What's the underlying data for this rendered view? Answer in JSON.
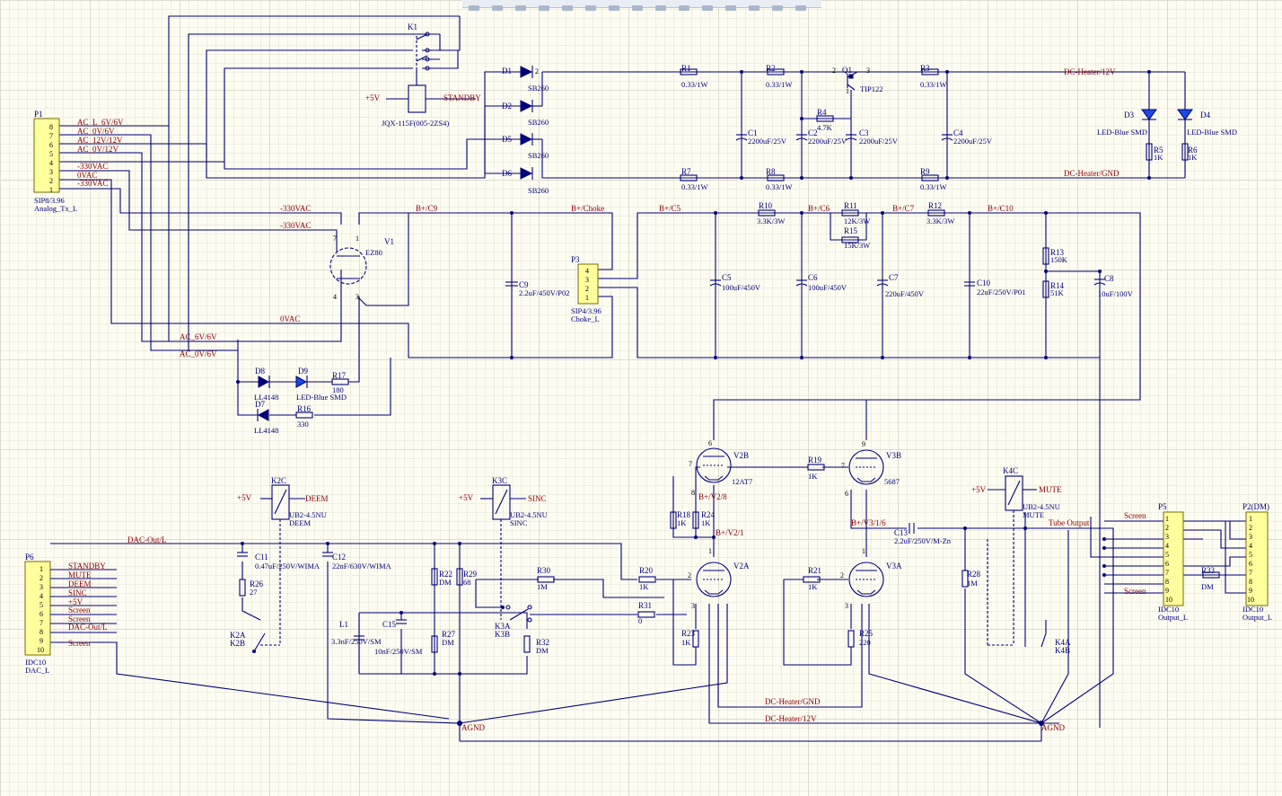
{
  "toolbar": {
    "icons": [
      "select-icon",
      "wire-icon",
      "bus-icon",
      "netlabel-icon",
      "power-icon",
      "ground-icon",
      "part-icon",
      "port-icon",
      "noerc-icon",
      "text-icon",
      "arc-icon",
      "line-icon",
      "rect-icon",
      "ellipse-icon",
      "polygon-icon"
    ]
  },
  "power": {
    "p1": {
      "designator": "P1",
      "value": "SIP8/3.96",
      "footprint": "Analog_Tx_L",
      "pins": [
        "8",
        "7",
        "6",
        "5",
        "4",
        "3",
        "2",
        "1"
      ],
      "nets": [
        "AC_L_6V/6V",
        "AC_0V/6V",
        "AC_12V/12V",
        "AC_0V/12V",
        "-330VAC",
        "0VAC",
        "-330VAC"
      ]
    },
    "k1": {
      "designator": "K1",
      "value": "JQX-115F(005-2ZS4)",
      "plus5": "+5V",
      "net": "STANDBY"
    },
    "bridge": [
      {
        "d": "D1",
        "v": "SB260",
        "pin": "2"
      },
      {
        "d": "D2",
        "v": "SB260"
      },
      {
        "d": "D5",
        "v": "SB260"
      },
      {
        "d": "D6",
        "v": "SB260"
      }
    ],
    "resistors": [
      {
        "d": "R1",
        "v": "0.33/1W"
      },
      {
        "d": "R2",
        "v": "0.33/1W"
      },
      {
        "d": "R3",
        "v": "0.33/1W"
      },
      {
        "d": "R7",
        "v": "0.33/1W"
      },
      {
        "d": "R8",
        "v": "0.33/1W"
      },
      {
        "d": "R9",
        "v": "0.33/1W"
      },
      {
        "d": "R4",
        "v": "4.7K"
      },
      {
        "d": "R5",
        "v": "1K"
      },
      {
        "d": "R6",
        "v": "1K"
      }
    ],
    "caps": [
      {
        "d": "C1",
        "v": "2200uF/25V"
      },
      {
        "d": "C2",
        "v": "2200uF/25V"
      },
      {
        "d": "C3",
        "v": "2200uF/25V"
      },
      {
        "d": "C4",
        "v": "2200uF/25V"
      }
    ],
    "q1": {
      "d": "Q1",
      "v": "TIP122",
      "pins": [
        "2",
        "1",
        "3"
      ]
    },
    "leds": [
      {
        "d": "D3",
        "v": "LED-Blue SMD"
      },
      {
        "d": "D4",
        "v": "LED-Blue SMD"
      }
    ],
    "heater_pos": "DC-Heater/12V",
    "heater_gnd": "DC-Heater/GND"
  },
  "hv": {
    "net_m330a": "-330VAC",
    "net_m330b": "-330VAC",
    "net_0vac": "0VAC",
    "net_ac6a": "AC_6V/6V",
    "net_ac6b": "AC_0V/6V",
    "v1": {
      "d": "V1",
      "v": "EZ80",
      "pins": [
        "7",
        "1",
        "4",
        "3"
      ]
    },
    "c9": {
      "d": "C9",
      "v": "2.2uF/450V/P02",
      "net": "B+/C9"
    },
    "p3": {
      "d": "P3",
      "v": "SIP4/3.96",
      "fp": "Choke_L",
      "pins": [
        "4",
        "3",
        "2",
        "1"
      ],
      "net": "B+/Choke"
    },
    "c5": {
      "d": "C5",
      "v": "100uF/450V",
      "net": "B+/C5"
    },
    "r10": {
      "d": "R10",
      "v": "3.3K/3W"
    },
    "c6": {
      "d": "C6",
      "v": "100uF/450V",
      "net": "B+/C6"
    },
    "r11": {
      "d": "R11",
      "v": "12K/3W"
    },
    "r15": {
      "d": "R15",
      "v": "15K/3W"
    },
    "c7": {
      "d": "C7",
      "v": "220uF/450V",
      "net": "B+/C7"
    },
    "r12": {
      "d": "R12",
      "v": "3.3K/3W"
    },
    "c10": {
      "d": "C10",
      "v": "22uF/250V/P01",
      "net": "B+/C10"
    },
    "r13": {
      "d": "R13",
      "v": "150K"
    },
    "r14": {
      "d": "R14",
      "v": "51K"
    },
    "c8": {
      "d": "C8",
      "v": "10uF/100V"
    },
    "d8": {
      "d": "D8",
      "v": "LL4148"
    },
    "d7": {
      "d": "D7",
      "v": "LL4148"
    },
    "d9": {
      "d": "D9",
      "v": "LED-Blue SMD"
    },
    "r17": {
      "d": "R17",
      "v": "180"
    },
    "r16": {
      "d": "R16",
      "v": "330"
    }
  },
  "audio": {
    "p6": {
      "d": "P6",
      "v": "IDC10",
      "fp": "DAC_L",
      "pins": [
        "1",
        "2",
        "3",
        "4",
        "5",
        "6",
        "7",
        "8",
        "9",
        "10"
      ],
      "nets": [
        "STANDBY",
        "MUTE",
        "DEEM",
        "SINC",
        "+5V",
        "Screen",
        "Screen",
        "DAC-Out/L",
        "",
        "Screen"
      ]
    },
    "dac_out": "DAC-Out/L",
    "k2": {
      "c": "K2C",
      "v": "UB2-4.5NU",
      "n": "DEEM",
      "a": "K2A",
      "b": "K2B",
      "plus5": "+5V"
    },
    "k3": {
      "c": "K3C",
      "v": "UB2-4.5NU",
      "n": "SINC",
      "a": "K3A",
      "b": "K3B",
      "plus5": "+5V"
    },
    "k4": {
      "c": "K4C",
      "v": "UB2-4.5NU",
      "n": "MUTE",
      "a": "K4A",
      "b": "K4B",
      "plus5": "+5V"
    },
    "c11": {
      "d": "C11",
      "v": "0.47uF/250V/WIMA"
    },
    "c12": {
      "d": "C12",
      "v": "22nF/630V/WIMA"
    },
    "r26": {
      "d": "R26",
      "v": "27"
    },
    "r22": {
      "d": "R22",
      "v": "DM"
    },
    "r29": {
      "d": "R29",
      "v": "68"
    },
    "r27": {
      "d": "R27",
      "v": "DM"
    },
    "r30": {
      "d": "R30",
      "v": "1M"
    },
    "r31": {
      "d": "R31",
      "v": "0"
    },
    "r32": {
      "d": "R32",
      "v": "DM"
    },
    "l1": {
      "d": "L1",
      "v": "3.3nF/250V/SM"
    },
    "c15": {
      "d": "C15",
      "v": "10nF/250V/SM"
    },
    "v2b": {
      "d": "V2B",
      "v": "12AT7",
      "pins": [
        "6",
        "7",
        "8"
      ]
    },
    "v2a": {
      "d": "V2A",
      "pins": [
        "1",
        "2",
        "3"
      ]
    },
    "v3b": {
      "d": "V3B",
      "v": "5687",
      "pins": [
        "9",
        "7",
        "6"
      ]
    },
    "v3a": {
      "d": "V3A",
      "pins": [
        "1",
        "2",
        "3"
      ]
    },
    "r18": {
      "d": "R18",
      "v": "1K"
    },
    "r24": {
      "d": "R24",
      "v": "1K"
    },
    "r19": {
      "d": "R19",
      "v": "1K"
    },
    "r20": {
      "d": "R20",
      "v": "1K"
    },
    "r21": {
      "d": "R21",
      "v": "1K"
    },
    "r23": {
      "d": "R23",
      "v": "1K"
    },
    "r25": {
      "d": "R25",
      "v": "220"
    },
    "r28": {
      "d": "R28",
      "v": "1M"
    },
    "r33": {
      "d": "R33",
      "v": "DM"
    },
    "c13": {
      "d": "C13",
      "v": "2.2uF/250V/M-Zn"
    },
    "net_b8": "B+/V2/8",
    "net_b1": "B+/V2/1",
    "net_b36": "B+/V3/1/6",
    "tube_out": "Tube Output",
    "heat_gnd": "DC-Heater/GND",
    "heat_12": "DC-Heater/12V",
    "agnd1": "AGND",
    "agnd2": "AGND",
    "p5": {
      "d": "P5",
      "v": "IDC10",
      "fp": "Output_L",
      "pins": [
        "1",
        "2",
        "3",
        "4",
        "5",
        "6",
        "7",
        "8",
        "9",
        "10"
      ],
      "screen1": "Screen",
      "screen2": "Screen"
    },
    "p2": {
      "d": "P2(DM)",
      "v": "IDC10",
      "fp": "Output_L",
      "pins": [
        "1",
        "2",
        "3",
        "4",
        "5",
        "6",
        "7",
        "8",
        "9",
        "10"
      ]
    }
  }
}
